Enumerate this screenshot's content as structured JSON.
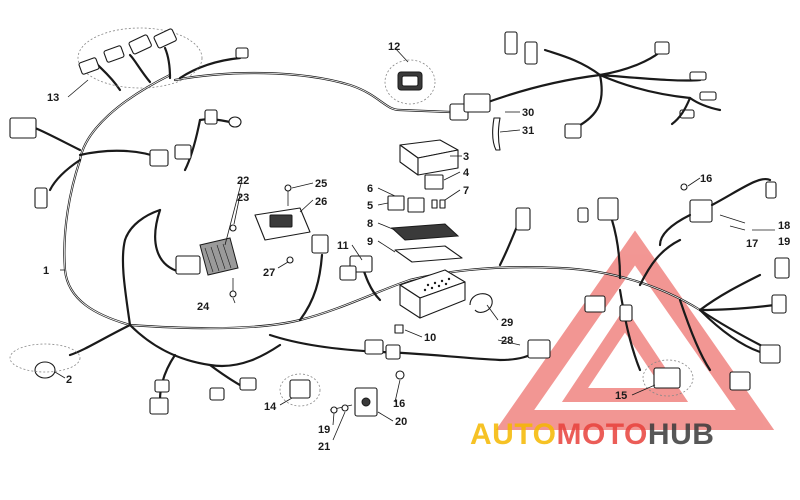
{
  "diagram": {
    "callouts": [
      {
        "id": "c1",
        "label": "1"
      },
      {
        "id": "c2",
        "label": "2"
      },
      {
        "id": "c3",
        "label": "3"
      },
      {
        "id": "c4",
        "label": "4"
      },
      {
        "id": "c5",
        "label": "5"
      },
      {
        "id": "c6",
        "label": "6"
      },
      {
        "id": "c7",
        "label": "7"
      },
      {
        "id": "c8",
        "label": "8"
      },
      {
        "id": "c9",
        "label": "9"
      },
      {
        "id": "c10",
        "label": "10"
      },
      {
        "id": "c11",
        "label": "11"
      },
      {
        "id": "c12",
        "label": "12"
      },
      {
        "id": "c13",
        "label": "13"
      },
      {
        "id": "c14",
        "label": "14"
      },
      {
        "id": "c15",
        "label": "15"
      },
      {
        "id": "c16a",
        "label": "16"
      },
      {
        "id": "c16b",
        "label": "16"
      },
      {
        "id": "c17",
        "label": "17"
      },
      {
        "id": "c18",
        "label": "18"
      },
      {
        "id": "c19a",
        "label": "19"
      },
      {
        "id": "c19b",
        "label": "19"
      },
      {
        "id": "c20",
        "label": "20"
      },
      {
        "id": "c21",
        "label": "21"
      },
      {
        "id": "c22",
        "label": "22"
      },
      {
        "id": "c23",
        "label": "23"
      },
      {
        "id": "c24",
        "label": "24"
      },
      {
        "id": "c25",
        "label": "25"
      },
      {
        "id": "c26",
        "label": "26"
      },
      {
        "id": "c27",
        "label": "27"
      },
      {
        "id": "c28",
        "label": "28"
      },
      {
        "id": "c29",
        "label": "29"
      },
      {
        "id": "c30",
        "label": "30"
      },
      {
        "id": "c31",
        "label": "31"
      }
    ]
  },
  "watermark": {
    "part1": "AUTO",
    "part2": "MOTO",
    "part3": "HUB",
    "color1": "#f5b800",
    "color2": "#e8413c",
    "color3": "#3a3a3a",
    "triangle_color": "#e8413c"
  }
}
